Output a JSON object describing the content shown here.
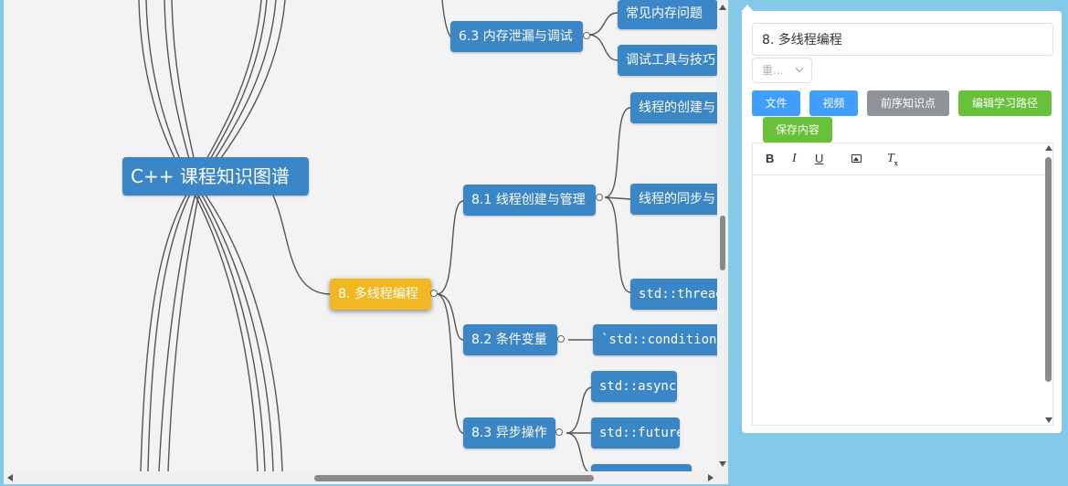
{
  "mindmap": {
    "root": "C++ 课程知识图谱",
    "nodes": {
      "n6_3": "6.3 内存泄漏与调试",
      "n6_3_a": "常见内存问题",
      "n6_3_b": "调试工具与技巧",
      "n8": "8. 多线程编程",
      "n8_1": "8.1 线程创建与管理",
      "n8_1_a": "线程的创建与",
      "n8_1_b": "线程的同步与",
      "n8_1_c": "std::thread",
      "n8_2": "8.2 条件变量",
      "n8_2_a": "`std::condition_va",
      "n8_3": "8.3 异步操作",
      "n8_3_a": "std::async",
      "n8_3_b": "std::future"
    },
    "selected_node": "8. 多线程编程",
    "colors": {
      "node": "#3a86c6",
      "selected": "#f2b824",
      "background": "#f3f3f3",
      "link": "#555555"
    }
  },
  "panel": {
    "title_value": "8. 多线程编程",
    "select_placeholder": "重...",
    "buttons": {
      "file": "文件",
      "video": "视频",
      "prereq": "前序知识点",
      "edit_path": "编辑学习路径",
      "save": "保存内容"
    },
    "toolbar": {
      "bold": "B",
      "italic": "I",
      "underline": "U",
      "image_icon": "image-icon",
      "clear": "T",
      "clear_sub": "x"
    },
    "editor_content": ""
  },
  "colors": {
    "page_bg": "#85c9ea",
    "primary": "#409eff",
    "gray": "#909399",
    "green": "#67c23a"
  }
}
